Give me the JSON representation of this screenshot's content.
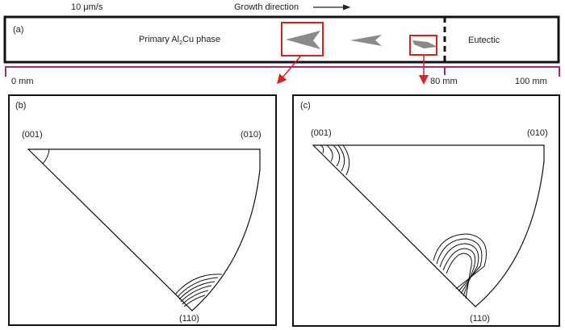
{
  "header": {
    "speed": "10 μm/s",
    "growth_direction": "Growth direction"
  },
  "panel_a": {
    "label": "(a)",
    "primary_phase_pre": "Primary Al",
    "primary_phase_sub": "2",
    "primary_phase_post": "Cu phase",
    "eutectic": "Eutectic",
    "scale": {
      "start": "0 mm",
      "mark": "80 mm",
      "end": "100 mm"
    }
  },
  "panel_b": {
    "label": "(b)",
    "corners": {
      "c001": "(001)",
      "c010": "(010)",
      "c110": "(110)"
    }
  },
  "panel_c": {
    "label": "(c)",
    "corners": {
      "c001": "(001)",
      "c010": "(010)",
      "c110": "(110)"
    }
  },
  "colors": {
    "highlight": "#e02020",
    "scale": "#9b2a8c",
    "dendrite": "#8a8a8a"
  }
}
